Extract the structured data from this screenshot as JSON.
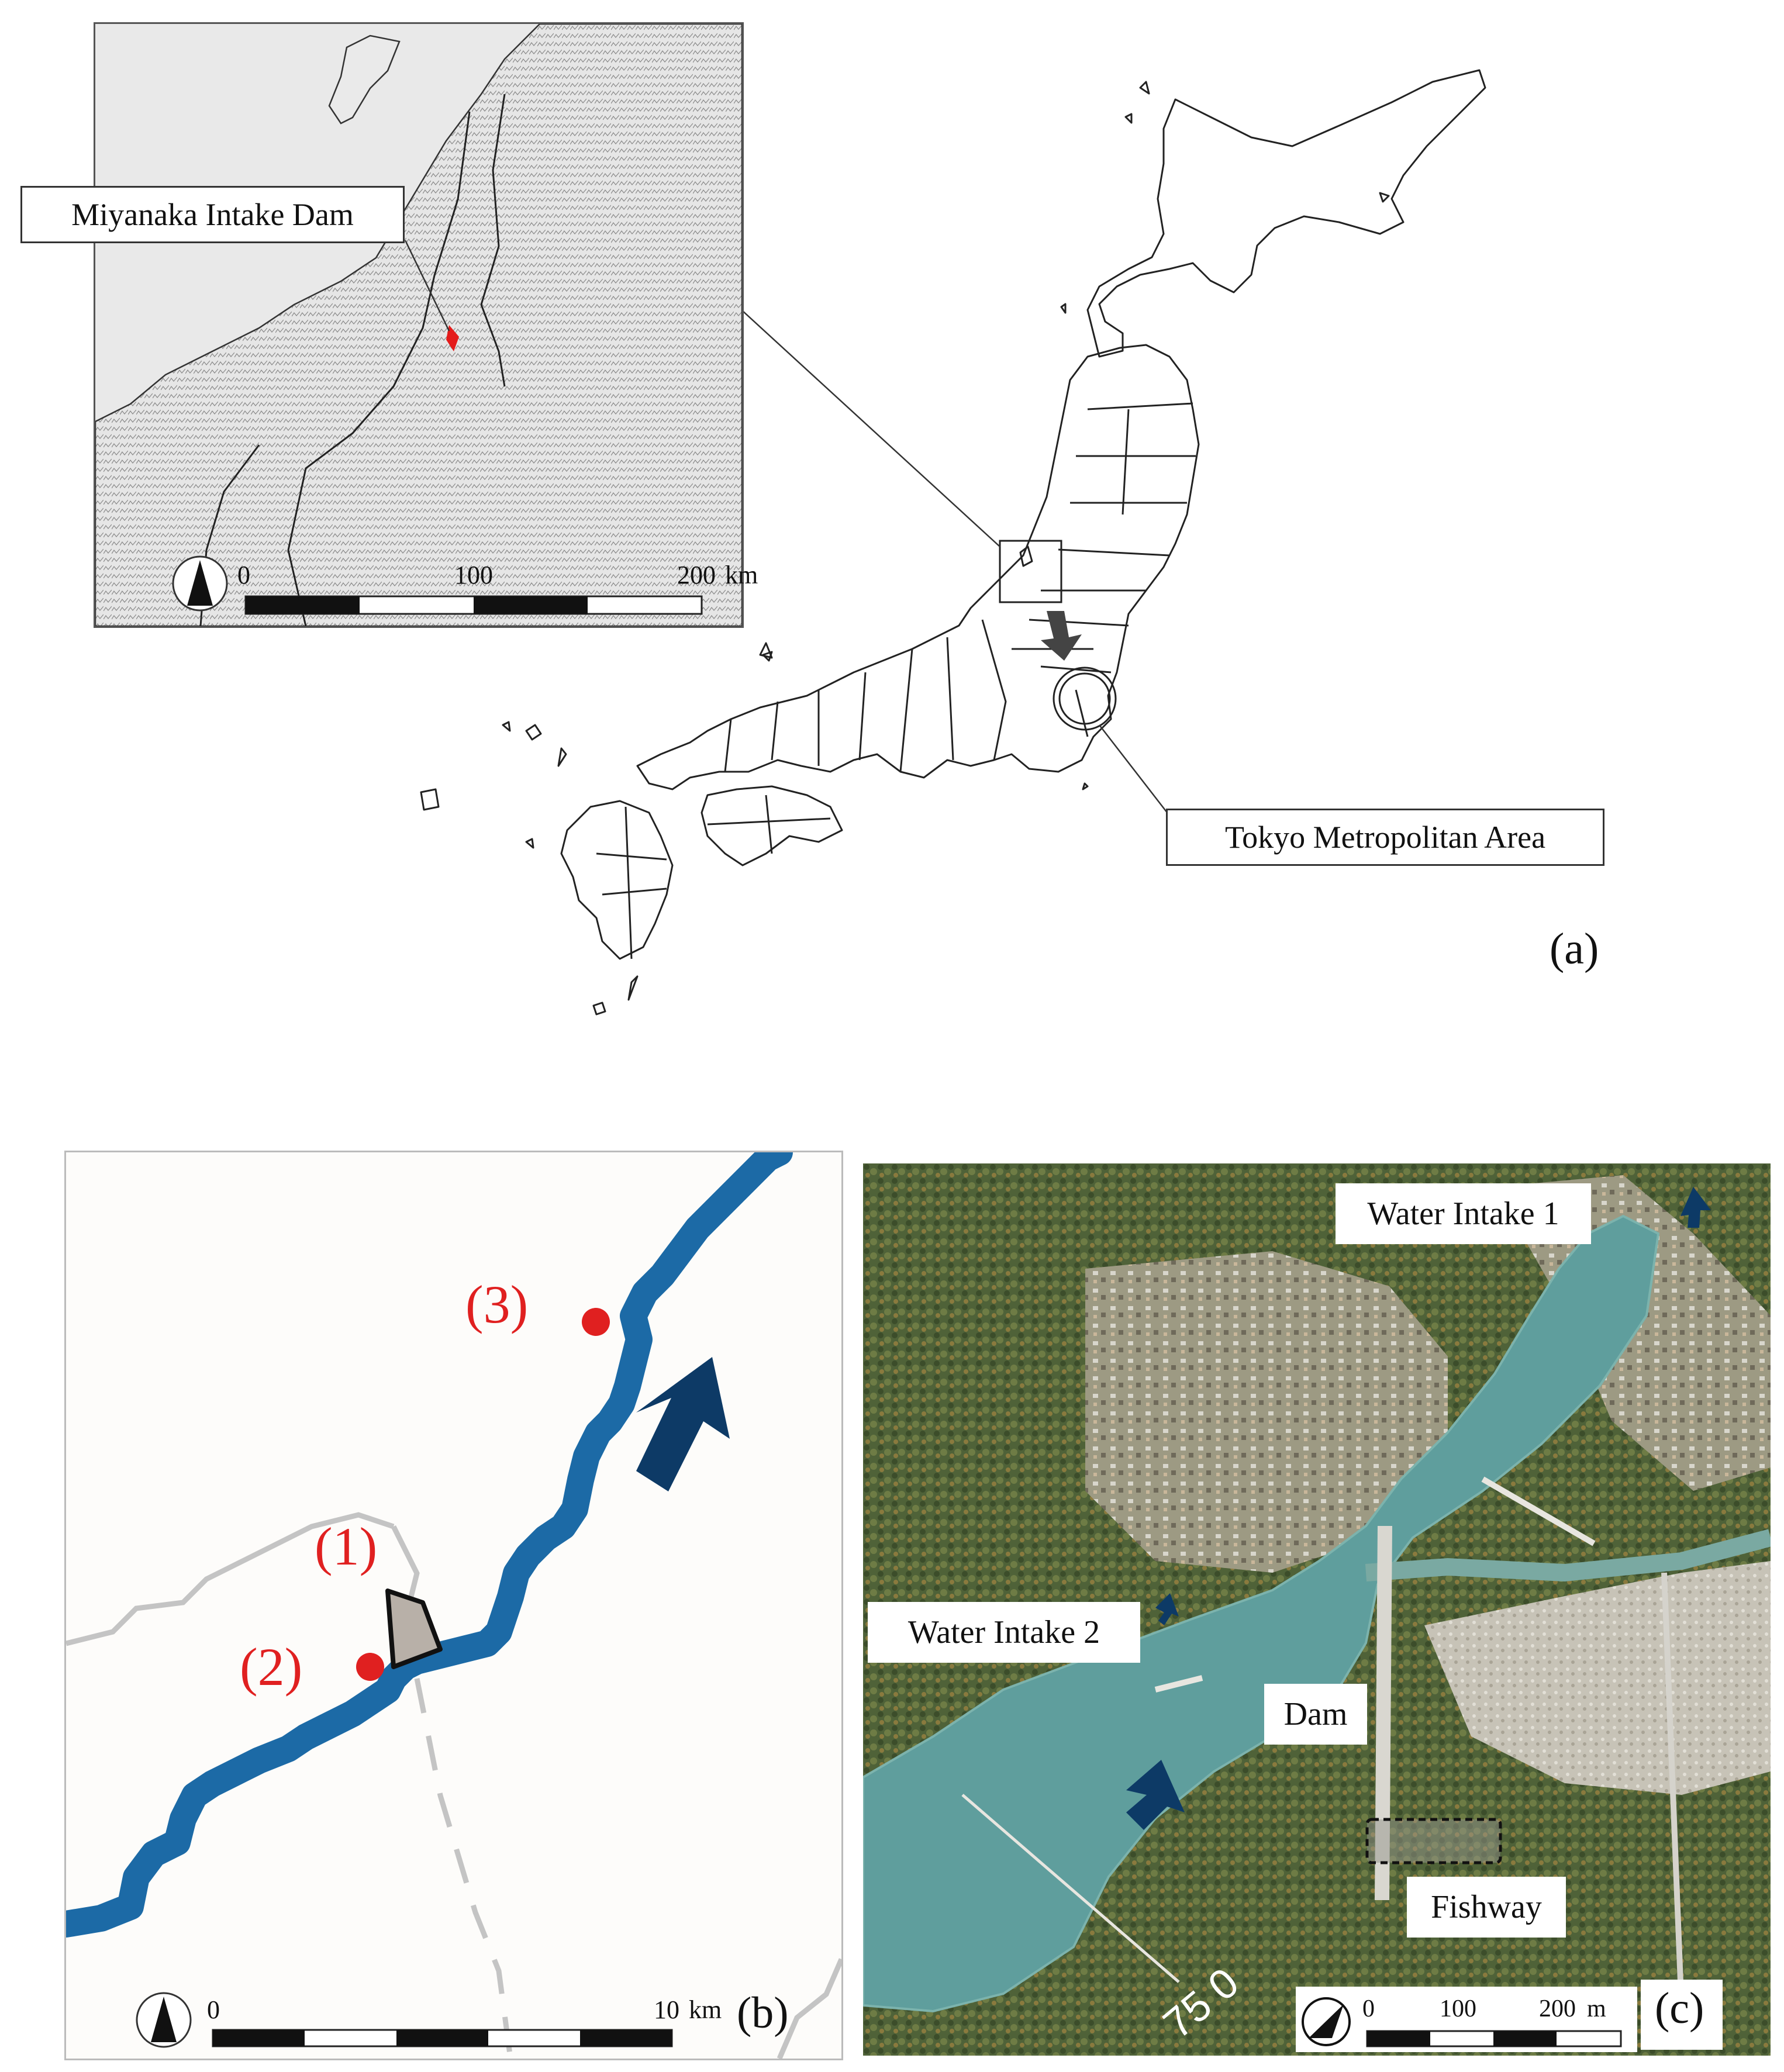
{
  "figure": {
    "panel_a": {
      "letter": "(a)",
      "inset_callout": "Miyanaka  Intake Dam",
      "tokyo_callout": "Tokyo  Metropolitan Area",
      "scale": {
        "start": "0",
        "mid": "100",
        "end": "200",
        "unit": "km"
      }
    },
    "panel_b": {
      "letter": "(b)",
      "points": [
        "(1)",
        "(2)",
        "(3)"
      ],
      "scale": {
        "start": "0",
        "end": "10",
        "unit": "km"
      }
    },
    "panel_c": {
      "letter": "(c)",
      "labels": {
        "intake1": "Water Intake 1",
        "intake2": "Water Intake 2",
        "dam": "Dam",
        "fishway": "Fishway"
      },
      "contour_text": "75 0",
      "scale": {
        "start": "0",
        "mid": "100",
        "end": "200",
        "unit": "m"
      }
    }
  },
  "colors": {
    "river": "#1c6aa6",
    "arrow": "#0d3a66",
    "points": "#e02020",
    "dam_symbol": "#b8b0a8"
  }
}
